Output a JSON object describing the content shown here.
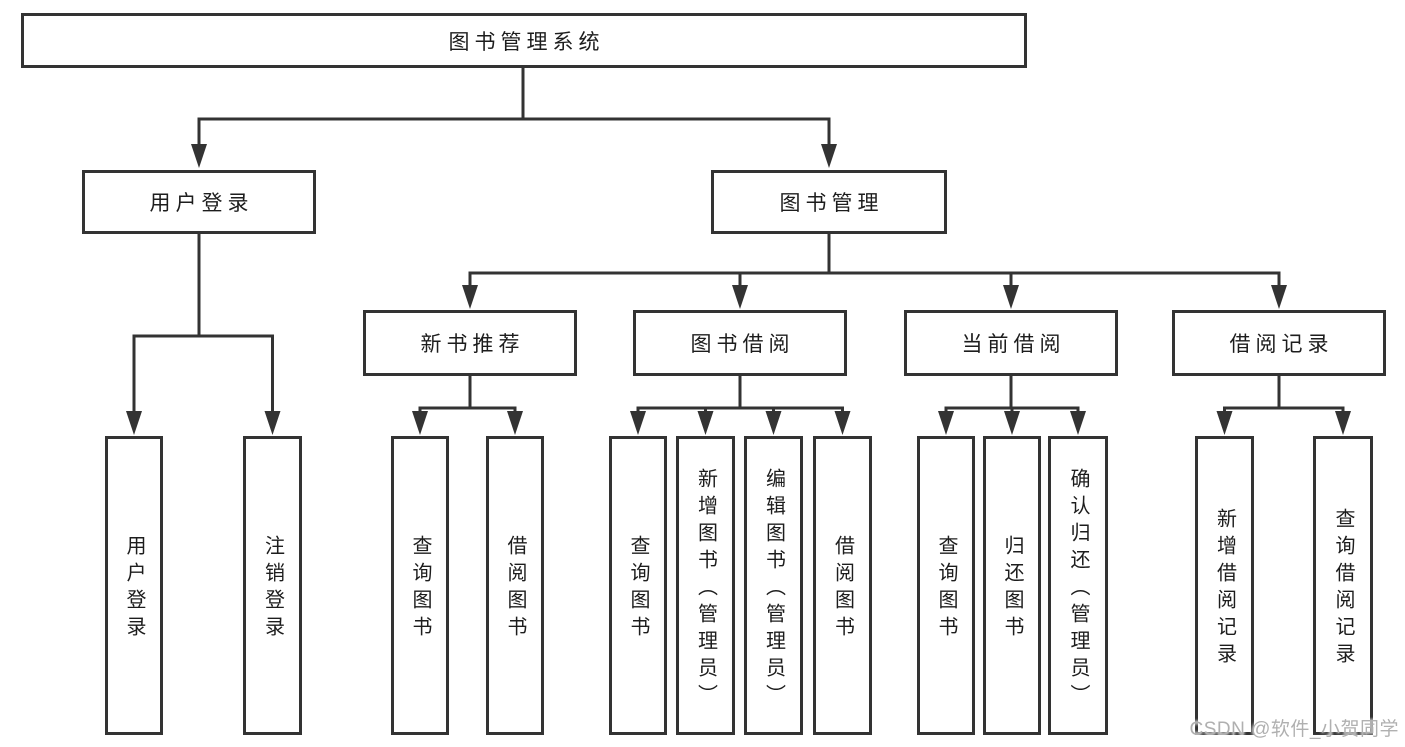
{
  "diagram": {
    "tree": {
      "label": "图书管理系统",
      "children": [
        {
          "label": "用户登录",
          "children": [
            {
              "label": "用户登录"
            },
            {
              "label": "注销登录"
            }
          ]
        },
        {
          "label": "图书管理",
          "children": [
            {
              "label": "新书推荐",
              "children": [
                {
                  "label": "查询图书"
                },
                {
                  "label": "借阅图书"
                }
              ]
            },
            {
              "label": "图书借阅",
              "children": [
                {
                  "label": "查询图书"
                },
                {
                  "label": "新增图书（管理员）"
                },
                {
                  "label": "编辑图书（管理员）"
                },
                {
                  "label": "借阅图书"
                }
              ]
            },
            {
              "label": "当前借阅",
              "children": [
                {
                  "label": "查询图书"
                },
                {
                  "label": "归还图书"
                },
                {
                  "label": "确认归还（管理员）"
                }
              ]
            },
            {
              "label": "借阅记录",
              "children": [
                {
                  "label": "新增借阅记录"
                },
                {
                  "label": "查询借阅记录"
                }
              ]
            }
          ]
        }
      ]
    },
    "colors": {
      "line": "#333333",
      "box_border": "#333333",
      "text": "#1d1d1d",
      "background": "#ffffff",
      "watermark": "#b0b0b0"
    }
  },
  "watermark": {
    "text": "CSDN @软件_小贺同学"
  }
}
